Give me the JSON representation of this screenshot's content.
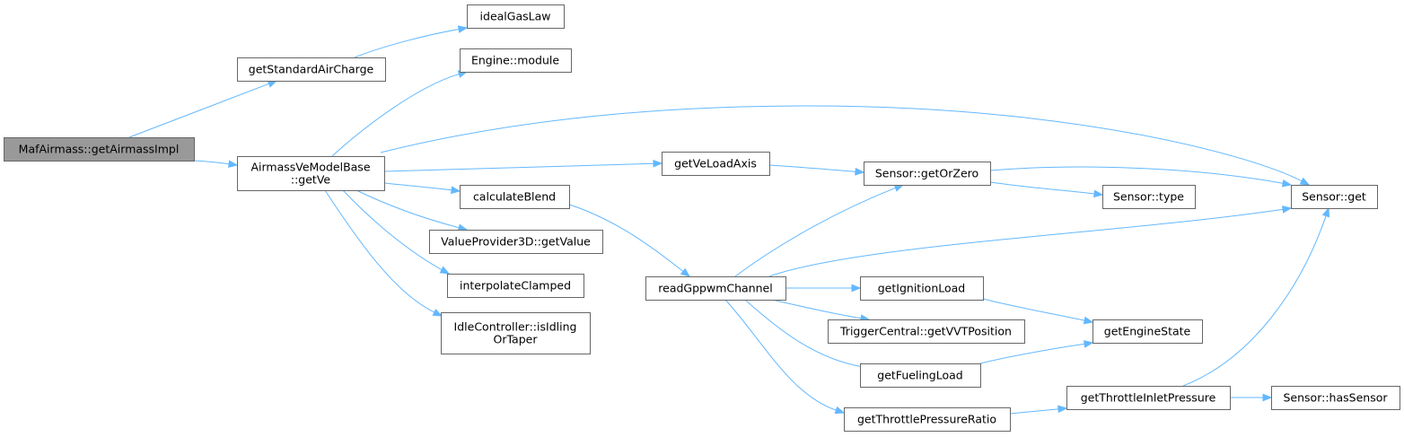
{
  "graph": {
    "nodes": [
      {
        "id": "n0",
        "name": "node-mafairmass-getairmassimpl",
        "lines": [
          "MafAirmass::getAirmassImpl"
        ],
        "root": true
      },
      {
        "id": "n1",
        "name": "node-getstandardaircharge",
        "lines": [
          "getStandardAirCharge"
        ]
      },
      {
        "id": "n2",
        "name": "node-idealgaslaw",
        "lines": [
          "idealGasLaw"
        ]
      },
      {
        "id": "n3",
        "name": "node-airmassvemodelbase-getve",
        "lines": [
          "AirmassVeModelBase",
          "::getVe"
        ]
      },
      {
        "id": "n4",
        "name": "node-engine-module",
        "lines": [
          "Engine::module"
        ]
      },
      {
        "id": "n5",
        "name": "node-getveloadaxis",
        "lines": [
          "getVeLoadAxis"
        ]
      },
      {
        "id": "n6",
        "name": "node-calculateblend",
        "lines": [
          "calculateBlend"
        ]
      },
      {
        "id": "n7",
        "name": "node-valueprovider3d-getvalue",
        "lines": [
          "ValueProvider3D::getValue"
        ]
      },
      {
        "id": "n8",
        "name": "node-interpolateclamped",
        "lines": [
          "interpolateClamped"
        ]
      },
      {
        "id": "n9",
        "name": "node-idlecontroller-isidlingortaper",
        "lines": [
          "IdleController::isIdling",
          "OrTaper"
        ]
      },
      {
        "id": "n10",
        "name": "node-readgppwmchannel",
        "lines": [
          "readGppwmChannel"
        ]
      },
      {
        "id": "n11",
        "name": "node-sensor-getorzero",
        "lines": [
          "Sensor::getOrZero"
        ]
      },
      {
        "id": "n12",
        "name": "node-sensor-type",
        "lines": [
          "Sensor::type"
        ]
      },
      {
        "id": "n13",
        "name": "node-sensor-get",
        "lines": [
          "Sensor::get"
        ]
      },
      {
        "id": "n14",
        "name": "node-getignitionload",
        "lines": [
          "getIgnitionLoad"
        ]
      },
      {
        "id": "n15",
        "name": "node-triggercentral-getvvtposition",
        "lines": [
          "TriggerCentral::getVVTPosition"
        ]
      },
      {
        "id": "n16",
        "name": "node-getenginestate",
        "lines": [
          "getEngineState"
        ]
      },
      {
        "id": "n17",
        "name": "node-getfuelingload",
        "lines": [
          "getFuelingLoad"
        ]
      },
      {
        "id": "n18",
        "name": "node-getthrottlepressureratio",
        "lines": [
          "getThrottlePressureRatio"
        ]
      },
      {
        "id": "n19",
        "name": "node-getthrottleinletpressure",
        "lines": [
          "getThrottleInletPressure"
        ]
      },
      {
        "id": "n20",
        "name": "node-sensor-hassensor",
        "lines": [
          "Sensor::hasSensor"
        ]
      }
    ],
    "edges": [
      {
        "from": "n0",
        "to": "n1"
      },
      {
        "from": "n1",
        "to": "n2"
      },
      {
        "from": "n0",
        "to": "n3"
      },
      {
        "from": "n3",
        "to": "n4"
      },
      {
        "from": "n3",
        "to": "n13"
      },
      {
        "from": "n3",
        "to": "n5"
      },
      {
        "from": "n3",
        "to": "n6"
      },
      {
        "from": "n3",
        "to": "n7"
      },
      {
        "from": "n3",
        "to": "n8"
      },
      {
        "from": "n3",
        "to": "n9"
      },
      {
        "from": "n5",
        "to": "n11"
      },
      {
        "from": "n6",
        "to": "n10"
      },
      {
        "from": "n11",
        "to": "n13"
      },
      {
        "from": "n11",
        "to": "n12"
      },
      {
        "from": "n10",
        "to": "n11"
      },
      {
        "from": "n10",
        "to": "n13"
      },
      {
        "from": "n10",
        "to": "n14"
      },
      {
        "from": "n10",
        "to": "n15"
      },
      {
        "from": "n10",
        "to": "n17"
      },
      {
        "from": "n10",
        "to": "n18"
      },
      {
        "from": "n14",
        "to": "n16"
      },
      {
        "from": "n17",
        "to": "n16"
      },
      {
        "from": "n18",
        "to": "n19"
      },
      {
        "from": "n19",
        "to": "n13"
      },
      {
        "from": "n19",
        "to": "n20"
      }
    ]
  },
  "colors": {
    "edge": "#63b8ff",
    "node_border": "#666666",
    "root_fill": "#999999",
    "node_fill": "#ffffff"
  }
}
